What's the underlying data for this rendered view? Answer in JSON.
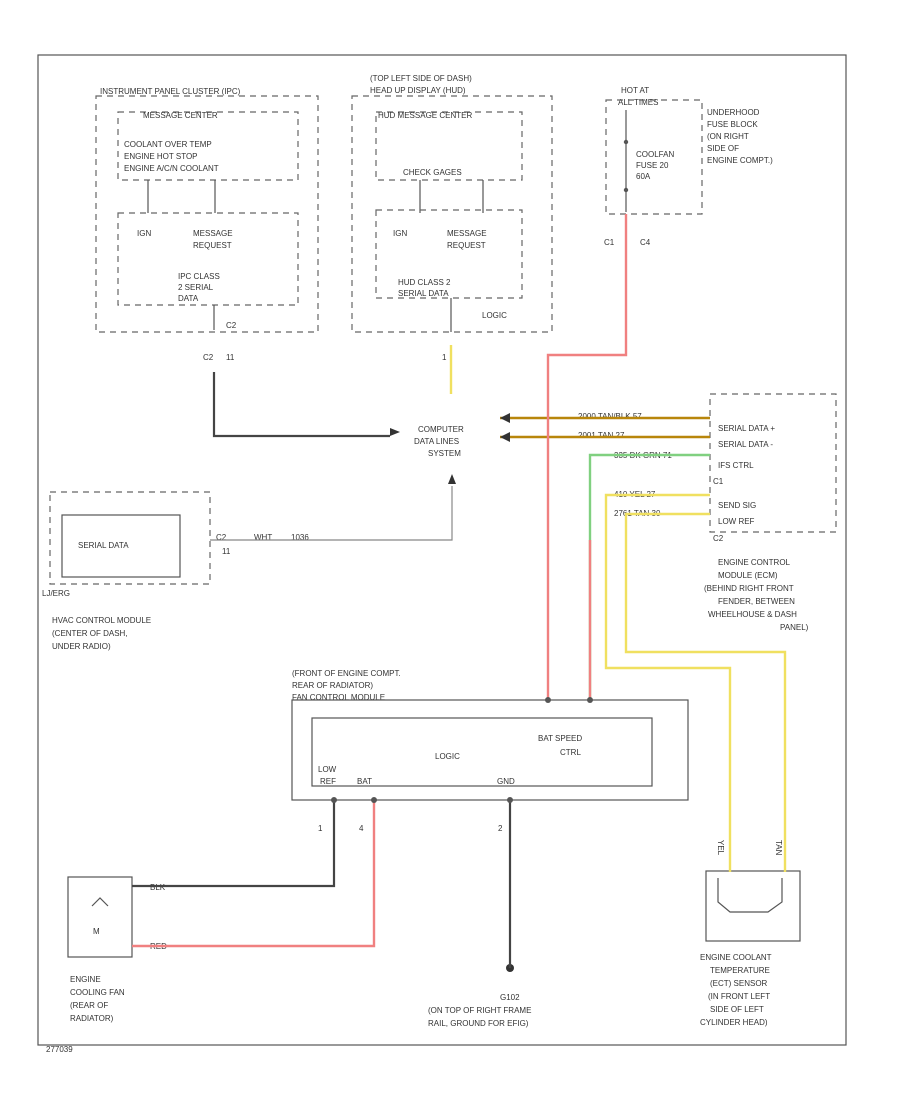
{
  "colors": {
    "black_wire": "#444444",
    "red_wire": "#f08080",
    "gold_wire": "#b8860b",
    "yellow_wire": "#f0e060",
    "green_wire": "#80d080"
  },
  "ipc": {
    "title": "INSTRUMENT PANEL CLUSTER (IPC)",
    "message_center": "MESSAGE CENTER",
    "msg_line1": "COOLANT OVER TEMP",
    "msg_line2": "ENGINE HOT STOP",
    "msg_line3": "ENGINE A/C/N COOLANT",
    "ign": "IGN",
    "message": "MESSAGE",
    "request": "REQUEST",
    "class_line1": "IPC CLASS",
    "class_line2": "2 SERIAL",
    "class_line3": "DATA",
    "connector": "C2",
    "pin": "11"
  },
  "hud": {
    "title_line1": "(TOP LEFT SIDE OF DASH)",
    "title_line2": "HEAD UP DISPLAY (HUD)",
    "message_center": "HUD MESSAGE CENTER",
    "check_gages": "CHECK GAGES",
    "ign": "IGN",
    "message": "MESSAGE",
    "request": "REQUEST",
    "class_line1": "HUD CLASS 2",
    "class_line2": "SERIAL DATA",
    "logic": "LOGIC",
    "pin": "1"
  },
  "fuse": {
    "hot_at": "HOT AT",
    "all_times": "ALL TIMES",
    "name": "COOLFAN",
    "fuse_line": "FUSE 20",
    "amps": "60A",
    "block_line1": "UNDERHOOD",
    "block_line2": "FUSE BLOCK",
    "block_line3": "(ON RIGHT",
    "block_line4": "SIDE OF",
    "block_line5": "ENGINE COMPT.)",
    "c1": "C1",
    "pin": "C4"
  },
  "data_lines": {
    "line1": "COMPUTER",
    "line2": "DATA LINES",
    "line3": "SYSTEM"
  },
  "hvac": {
    "serial_data": "SERIAL DATA",
    "name_line1": "HVAC CONTROL MODULE",
    "name_line2": "(CENTER OF DASH,",
    "name_line3": "UNDER RADIO)",
    "connector": "C2",
    "pin": "11",
    "wire_color": "WHT",
    "wire_num": "1036",
    "tag": "LJ/ERG"
  },
  "ecm": {
    "serial_plus": "SERIAL DATA +",
    "serial_minus": "SERIAL DATA -",
    "ifs_ctrl": "IFS CTRL",
    "c1": "C1",
    "send_sig": "SEND SIG",
    "low_ref": "LOW REF",
    "c2": "C2",
    "name_line1": "ENGINE CONTROL",
    "name_line2": "MODULE (ECM)",
    "name_line3": "(BEHIND RIGHT FRONT",
    "name_line4": "FENDER, BETWEEN",
    "name_line5": "WHEELHOUSE & DASH",
    "name_line6": "PANEL)",
    "wire1": "2000 TAN/BLK 57",
    "wire2": "2001 TAN 27",
    "wire3": "335 DK GRN 71",
    "wire4": "410 YEL 27",
    "wire5": "2761 TAN 30"
  },
  "fan_module": {
    "location_line1": "(FRONT OF ENGINE COMPT.",
    "location_line2": "REAR OF RADIATOR)",
    "name": "FAN CONTROL MODULE",
    "logic": "LOGIC",
    "bat_speed": "BAT SPEED",
    "ctrl": "CTRL",
    "low": "LOW",
    "ref": "REF",
    "bat": "BAT",
    "gnd": "GND",
    "pin_left": "1",
    "pin_mid": "4",
    "pin_right": "2"
  },
  "coolant_fan": {
    "name_line1": "ENGINE",
    "name_line2": "COOLING FAN",
    "name_line3": "(REAR OF",
    "name_line4": "RADIATOR)",
    "wire_blk": "BLK",
    "wire_red": "RED"
  },
  "ground": {
    "name": "G102",
    "line1": "(ON TOP OF RIGHT FRAME",
    "line2": "RAIL, GROUND FOR EFIG)"
  },
  "ect_sensor": {
    "name_line1": "ENGINE COOLANT",
    "name_line2": "TEMPERATURE",
    "name_line3": "(ECT) SENSOR",
    "name_line4": "(IN FRONT LEFT",
    "name_line5": "SIDE OF LEFT",
    "name_line6": "CYLINDER HEAD)",
    "wire_yel": "YEL",
    "wire_tan": "TAN"
  },
  "footer_id": "277039"
}
